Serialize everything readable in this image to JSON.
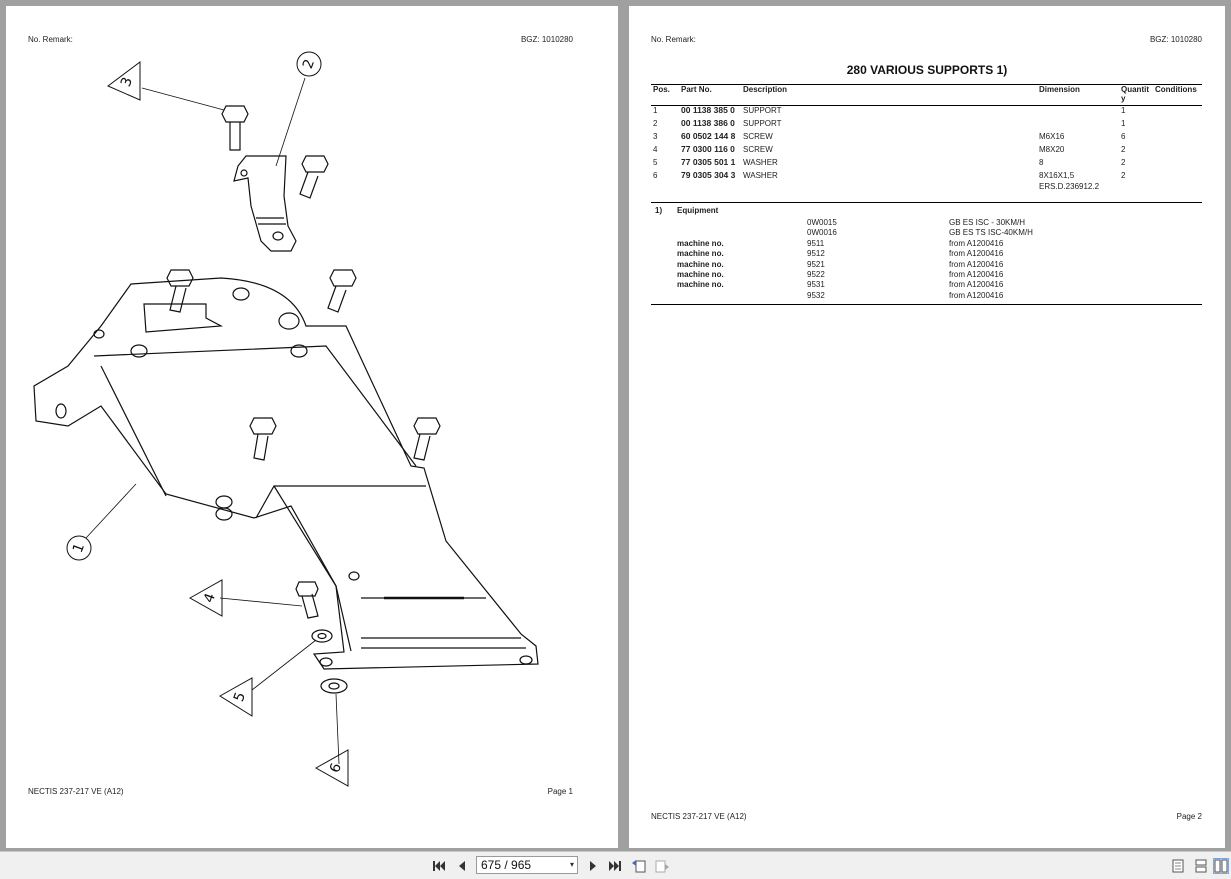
{
  "page1": {
    "header_left": "No.    Remark:",
    "header_right": "BGZ: 1010280",
    "footer_left": "NECTIS 237-217 VE (A12)",
    "footer_right": "Page 1",
    "callouts": [
      "1",
      "2",
      "3",
      "4",
      "5",
      "6"
    ]
  },
  "page2": {
    "header_left": "No.    Remark:",
    "header_right": "BGZ: 1010280",
    "title": "280 VARIOUS SUPPORTS  1)",
    "columns": [
      "Pos.",
      "Part No.",
      "Description",
      "Dimension",
      "Quantity",
      "Conditions"
    ],
    "rows": [
      {
        "pos": "1",
        "part": "00 1138 385 0",
        "desc": "SUPPORT",
        "dim": "",
        "qty": "1"
      },
      {
        "pos": "2",
        "part": "00 1138 386 0",
        "desc": "SUPPORT",
        "dim": "",
        "qty": "1"
      },
      {
        "pos": "3",
        "part": "60 0502 144 8",
        "desc": "SCREW",
        "dim": "M6X16",
        "qty": "6"
      },
      {
        "pos": "4",
        "part": "77 0300 116 0",
        "desc": "SCREW",
        "dim": "M8X20",
        "qty": "2"
      },
      {
        "pos": "5",
        "part": "77 0305 501 1",
        "desc": "WASHER",
        "dim": "8",
        "qty": "2"
      },
      {
        "pos": "6",
        "part": "79 0305 304 3",
        "desc": "WASHER",
        "dim": "8X16X1,5",
        "qty": "2",
        "dim2": "ERS.D.236912.2"
      }
    ],
    "equipment": {
      "ref": "1)",
      "label": "Equipment",
      "rows": [
        {
          "lbl": "",
          "code": "0W0015",
          "desc": "GB ES ISC - 30KM/H"
        },
        {
          "lbl": "",
          "code": "0W0016",
          "desc": "GB ES TS ISC-40KM/H"
        },
        {
          "lbl": "machine no.",
          "code": "9511",
          "desc": "from A1200416"
        },
        {
          "lbl": "machine no.",
          "code": "9512",
          "desc": "from A1200416"
        },
        {
          "lbl": "machine no.",
          "code": "9521",
          "desc": "from A1200416"
        },
        {
          "lbl": "machine no.",
          "code": "9522",
          "desc": "from A1200416"
        },
        {
          "lbl": "machine no.",
          "code": "9531",
          "desc": "from A1200416"
        },
        {
          "lbl": "",
          "code": "9532",
          "desc": "from A1200416"
        }
      ]
    },
    "footer_left": "NECTIS 237-217 VE (A12)",
    "footer_right": "Page 2"
  },
  "toolbar": {
    "page_indicator": "675 / 965"
  }
}
